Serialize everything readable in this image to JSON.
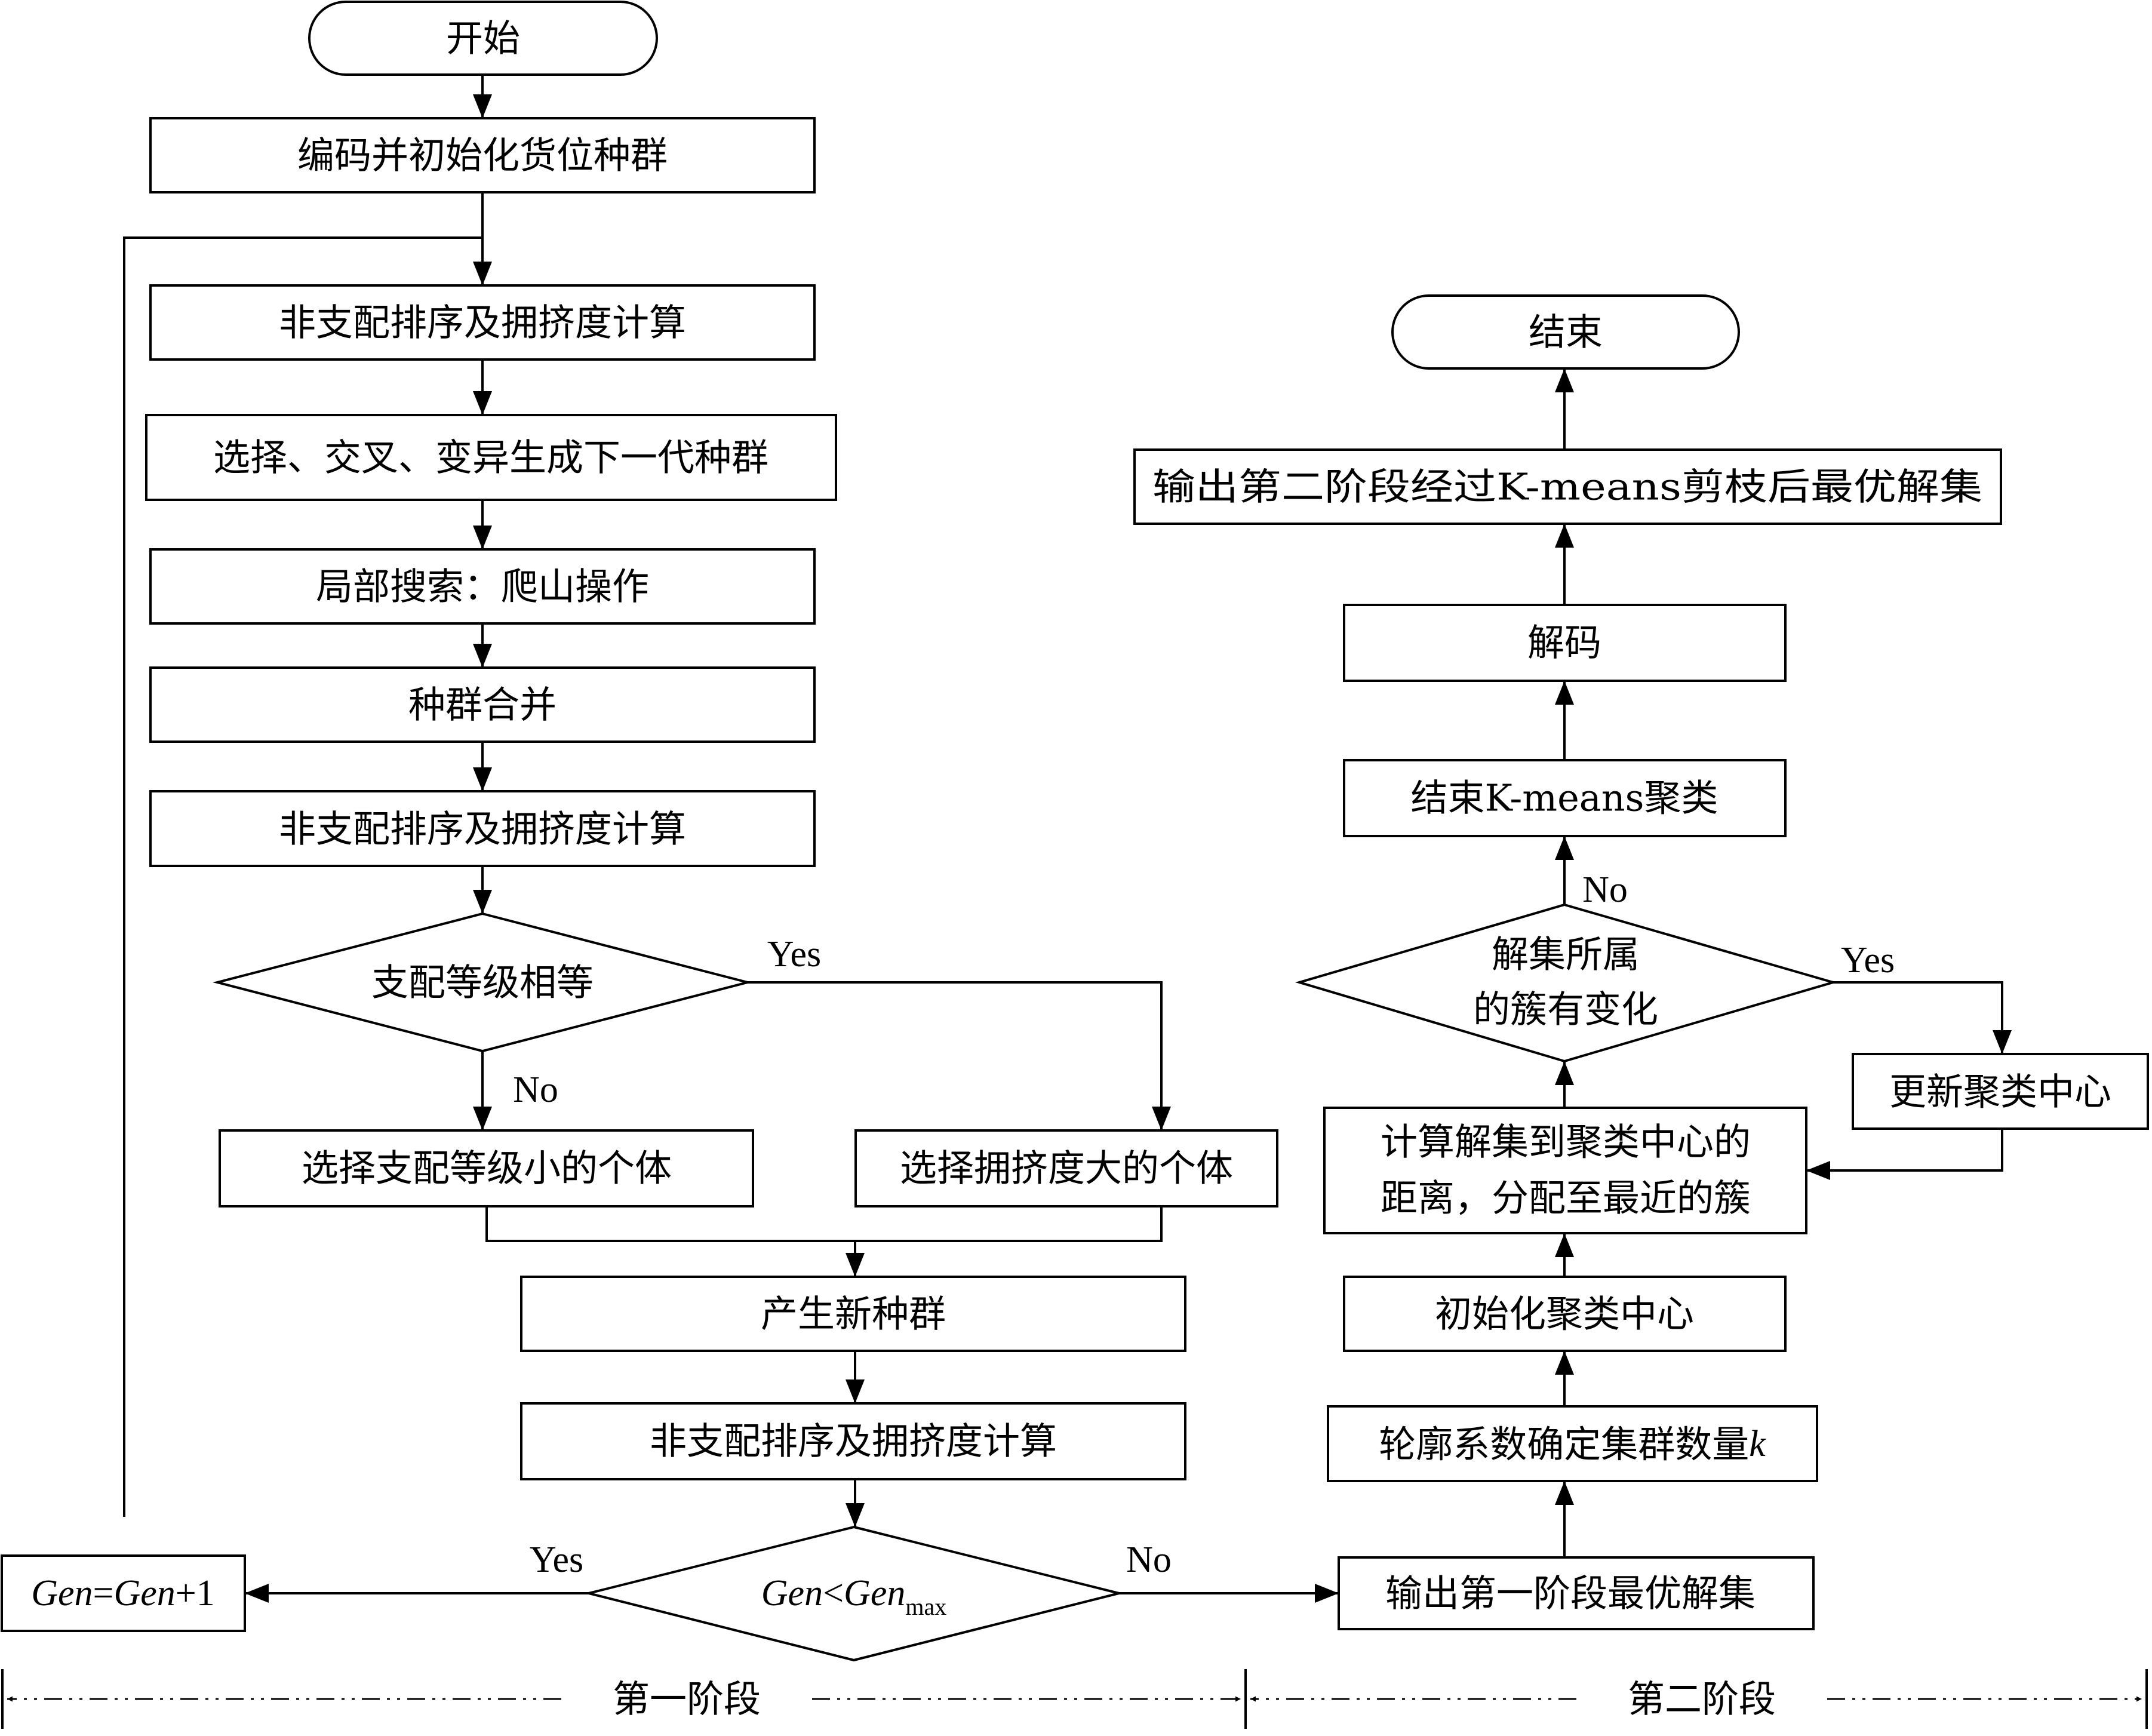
{
  "nodes": {
    "start": "开始",
    "encode_init": "编码并初始化货位种群",
    "nds_crowd_1": "非支配排序及拥挤度计算",
    "select_cross_mutate": "选择、交叉、变异生成下一代种群",
    "local_search": "局部搜索：爬山操作",
    "merge": "种群合并",
    "nds_crowd_2": "非支配排序及拥挤度计算",
    "rank_equal": "支配等级相等",
    "pick_small_rank": "选择支配等级小的个体",
    "pick_large_crowd": "选择拥挤度大的个体",
    "new_population": "产生新种群",
    "nds_crowd_3": "非支配排序及拥挤度计算",
    "gen_check": {
      "a": "Gen",
      "op": "<",
      "b": "Gen",
      "sub": "max"
    },
    "gen_increment": {
      "a": "Gen",
      "eq": "=",
      "b": "Gen",
      "rest": "+1"
    },
    "output_stage1": "输出第一阶段最优解集",
    "silhouette_k": {
      "text": "轮廓系数确定集群数量",
      "var": "k"
    },
    "init_centers": "初始化聚类中心",
    "assign_line1": "计算解集到聚类中心的",
    "assign_line2": "距离，分配至最近的簇",
    "cluster_changed_line1": "解集所属",
    "cluster_changed_line2": "的簇有变化",
    "update_centers": "更新聚类中心",
    "end_kmeans": "结束K-means聚类",
    "decode": "解码",
    "output_stage2": "输出第二阶段经过K-means剪枝后最优解集",
    "end": "结束"
  },
  "edge_labels": {
    "yes": "Yes",
    "no": "No"
  },
  "stages": {
    "stage1": "第一阶段",
    "stage2": "第二阶段"
  }
}
